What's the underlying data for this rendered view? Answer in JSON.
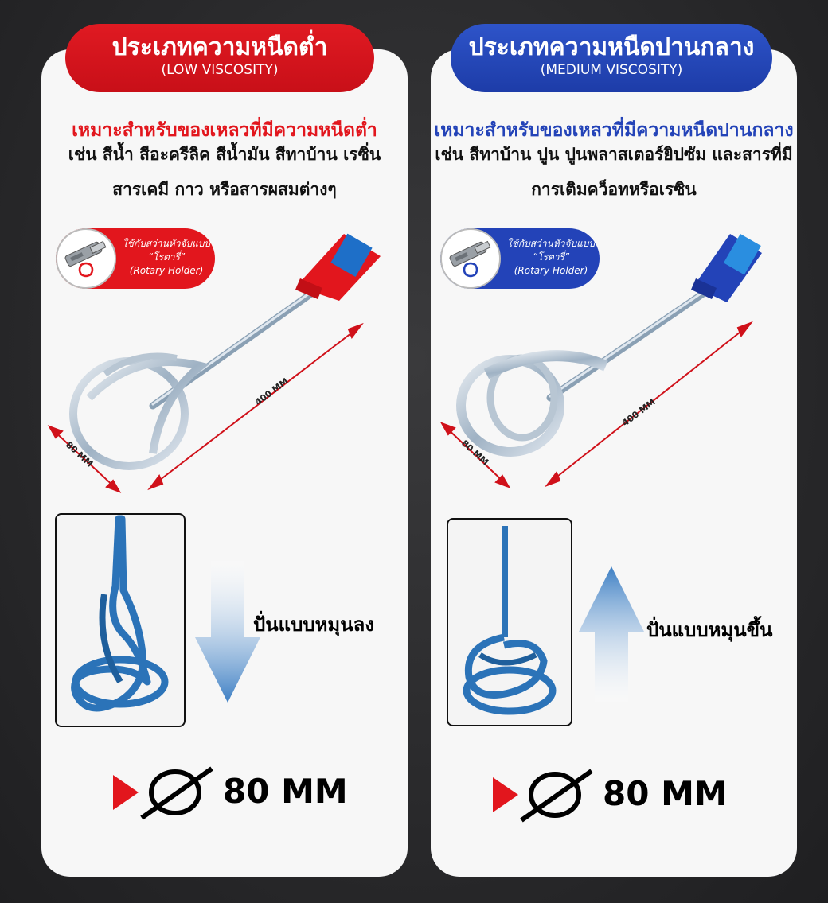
{
  "left": {
    "title_th": "ประเภทความหนืดต่ำ",
    "title_en": "(LOW VISCOSITY)",
    "heading": "เหมาะสำหรับของเหลวที่มีความหนืดต่ำ",
    "desc_line1": "เช่น สีน้ำ สีอะครีลิค สีน้ำมัน สีทาบ้าน เรซิ่น",
    "desc_line2": "สารเคมี กาว หรือสารผสมต่างๆ",
    "holder_line1": "ใช้กับสว่านหัวจับแบบ",
    "holder_line2": "“โรตารี่”",
    "holder_line3": "(Rotary Holder)",
    "dim_width": "80 MM",
    "dim_length": "400 MM",
    "mix_label": "ปั่นแบบหมุนลง",
    "size_label": "80 MM",
    "accent": "#e2161d"
  },
  "right": {
    "title_th": "ประเภทความหนืดปานกลาง",
    "title_en": "(MEDIUM VISCOSITY)",
    "heading": "เหมาะสำหรับของเหลวที่มีความหนืดปานกลาง",
    "desc_line1": "เช่น สีทาบ้าน ปูน ปูนพลาสเตอร์ยิปซัม และสารที่มี",
    "desc_line2": "การเติมคว็อทหรือเรซิน",
    "holder_line1": "ใช้กับสว่านหัวจับแบบ",
    "holder_line2": "“โรตารี่”",
    "holder_line3": "(Rotary Holder)",
    "dim_width": "80 MM",
    "dim_length": "400 MM",
    "mix_label": "ปั่นแบบหมุนขึ้น",
    "size_label": "80 MM",
    "accent": "#2343b8"
  }
}
